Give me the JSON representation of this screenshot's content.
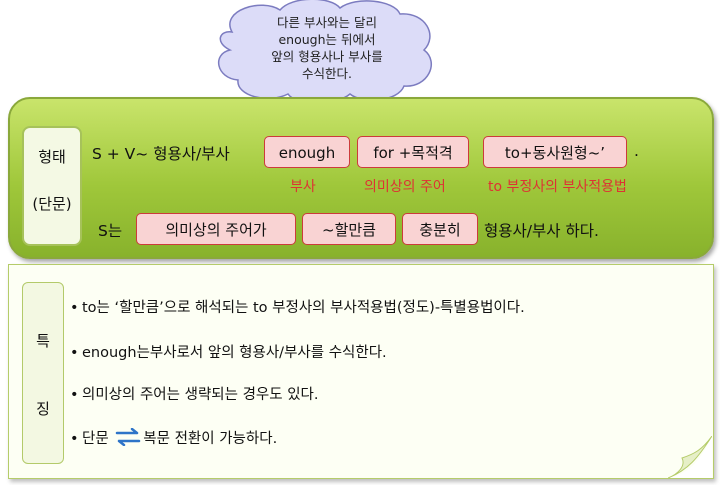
{
  "cloud": {
    "lines": [
      "다른 부사와는 달리",
      "enough는 뒤에서",
      "앞의 형용사나 부사를",
      "수식한다."
    ]
  },
  "form": {
    "label_line1": "형태",
    "label_line2": "(단문)",
    "row1_prefix": "S + V~ 형용사/부사",
    "boxes": [
      "enough",
      "for +목적격",
      "to+동사원형~’"
    ],
    "row1_suffix": ".",
    "labels": [
      "부사",
      "의미상의 주어",
      "to 부정사의 부사적용법"
    ],
    "row2_prefix": "S는",
    "row2_boxes": [
      "의미상의 주어가",
      "~할만큼",
      "충분히"
    ],
    "row2_suffix": "형용사/부사 하다."
  },
  "features": {
    "label_chars": [
      "특",
      "징"
    ],
    "items": [
      "to는 ‘할만큼’으로  해석되는 to 부정사의 부사적용법(정도)-특별용법이다.",
      "enough는부사로서  앞의 형용사/부사를 수식한다.",
      "의미상의 주어는 생략되는 경우도 있다."
    ],
    "item4_left": "단문",
    "item4_right": "복문 전환이 가능하다.",
    "bullet": "•"
  },
  "colors": {
    "panel_green": "#9fc73a",
    "box_fill": "#f9d3d3",
    "box_border": "#cc3b3b",
    "red_text": "#dd3333",
    "cloud_fill": "#d9d9f7",
    "arrow_red": "#c0392b",
    "swap_icon": "#2e74c8"
  }
}
